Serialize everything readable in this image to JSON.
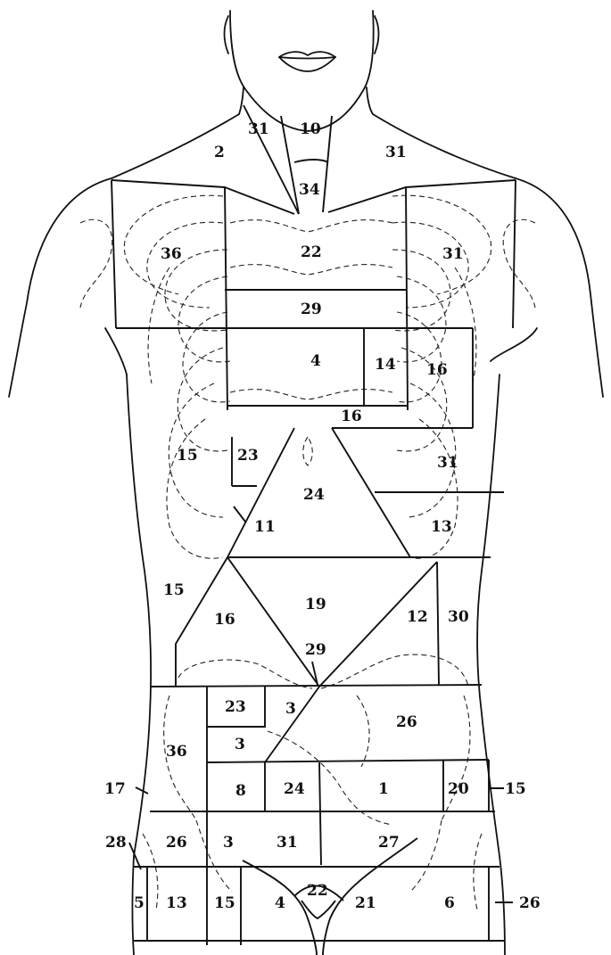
{
  "zones": {
    "neck_left": "31",
    "neck_center": "10",
    "shoulder_left": "2",
    "shoulder_right": "31",
    "suprasternal": "34",
    "upper_sternum": "22",
    "chest_upper_left": "36",
    "chest_upper_right": "31",
    "mid_sternum": "29",
    "lower_sternum": "4",
    "left_precordial_inner": "14",
    "left_precordial_outer": "16",
    "xiphoid_strip": "16",
    "right_lower_ribs": "15",
    "right_subcostal_small": "23",
    "epigastrium": "24",
    "right_costal_margin": "11",
    "left_lower_ribs": "31",
    "left_hypochondrium": "13",
    "right_flank": "15",
    "right_upper_quadrant": "16",
    "umbilical_upper": "19",
    "left_upper_quadrant": "12",
    "left_flank": "30",
    "umbilicus": "29",
    "right_iliac_box": "23",
    "right_iliac_small_a": "3",
    "right_iliac_small_b": "3",
    "left_iliac": "26",
    "right_lateral_abdomen": "36",
    "right_groin_box": "8",
    "suprapubic_right": "24",
    "suprapubic_left": "1",
    "left_groin_box": "20",
    "right_edge_marker": "17",
    "left_edge_marker": "15",
    "right_hip_marker": "28",
    "right_inguinal": "26",
    "right_inguinal_inner": "3",
    "pubic_right": "31",
    "pubic_left": "27",
    "thigh_far_right": "5",
    "thigh_right": "13",
    "thigh_right_inner": "15",
    "thigh_right_medial": "4",
    "genital": "22",
    "thigh_left_medial": "21",
    "thigh_left": "6",
    "thigh_left_edge_marker": "26"
  }
}
